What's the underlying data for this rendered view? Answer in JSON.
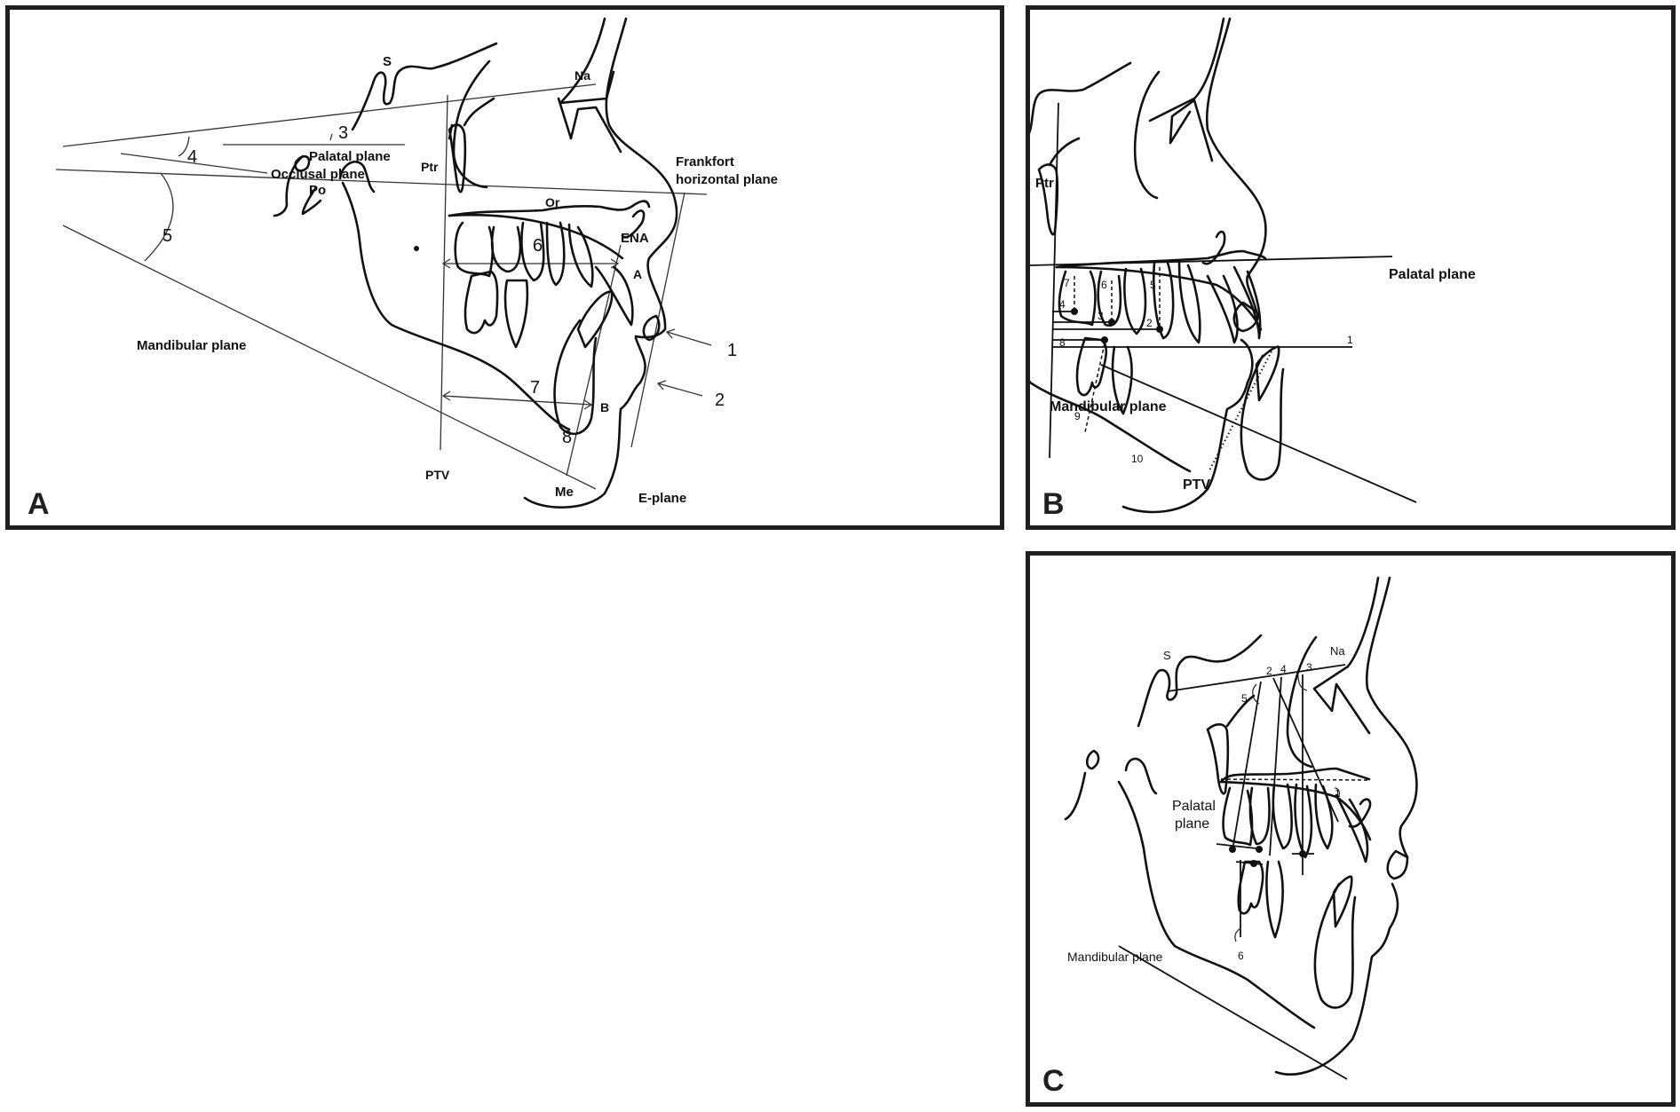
{
  "figure": {
    "panels": [
      {
        "id": "A",
        "letter": "A",
        "labels": {
          "S": "S",
          "Na": "Na",
          "Po": "Po",
          "Ptr": "Ptr",
          "Or": "Or",
          "ENA": "ENA",
          "A_point": "A",
          "B_point": "B",
          "Me": "Me",
          "PTV": "PTV",
          "palatal_plane": "Palatal plane",
          "occlusal_plane": "Occlusal plane",
          "frankfort_1": "Frankfort",
          "frankfort_2": "horizontal plane",
          "mandibular_plane": "Mandibular plane",
          "e_plane": "E-plane"
        },
        "measurements": [
          "1",
          "2",
          "3",
          "4",
          "5",
          "6",
          "7",
          "8"
        ]
      },
      {
        "id": "B",
        "letter": "B",
        "labels": {
          "Ptr": "Ptr",
          "palatal_plane": "Palatal plane",
          "mandibular_plane": "Mandibular plane",
          "PTV": "PTV"
        },
        "measurements": [
          "1",
          "2",
          "3",
          "4",
          "5",
          "6",
          "7",
          "8",
          "9",
          "10"
        ]
      },
      {
        "id": "C",
        "letter": "C",
        "labels": {
          "S": "S",
          "Na": "Na",
          "palatal_1": "Palatal",
          "palatal_2": "plane",
          "mandibular_plane": "Mandibular plane"
        },
        "measurements": [
          "1",
          "2",
          "3",
          "4",
          "5",
          "6"
        ]
      }
    ],
    "colors": {
      "ink": "#111111",
      "border": "#231f20",
      "background": "#ffffff"
    }
  }
}
